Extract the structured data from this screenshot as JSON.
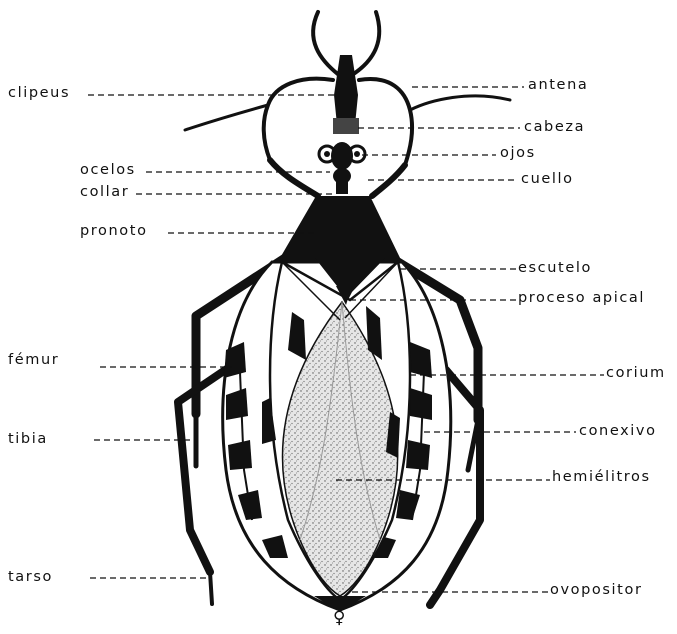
{
  "figure": {
    "labels_left": {
      "clipeus": "clipeus",
      "ocelos": "ocelos",
      "collar": "collar",
      "pronoto": "pronoto",
      "femur": "fémur",
      "tibia": "tibia",
      "tarso": "tarso"
    },
    "labels_right": {
      "antena": "antena",
      "cabeza": "cabeza",
      "ojos": "ojos",
      "cuello": "cuello",
      "escutelo": "escutelo",
      "proceso_apical": "proceso apical",
      "corium": "corium",
      "conexivo": "conexivo",
      "hemielitros": "hemiélitros",
      "ovopositor": "ovopositor"
    },
    "sex_symbol": "♀",
    "colors": {
      "ink": "#111111",
      "membrane_fill": "#d9d9d9",
      "paper": "#ffffff"
    }
  }
}
